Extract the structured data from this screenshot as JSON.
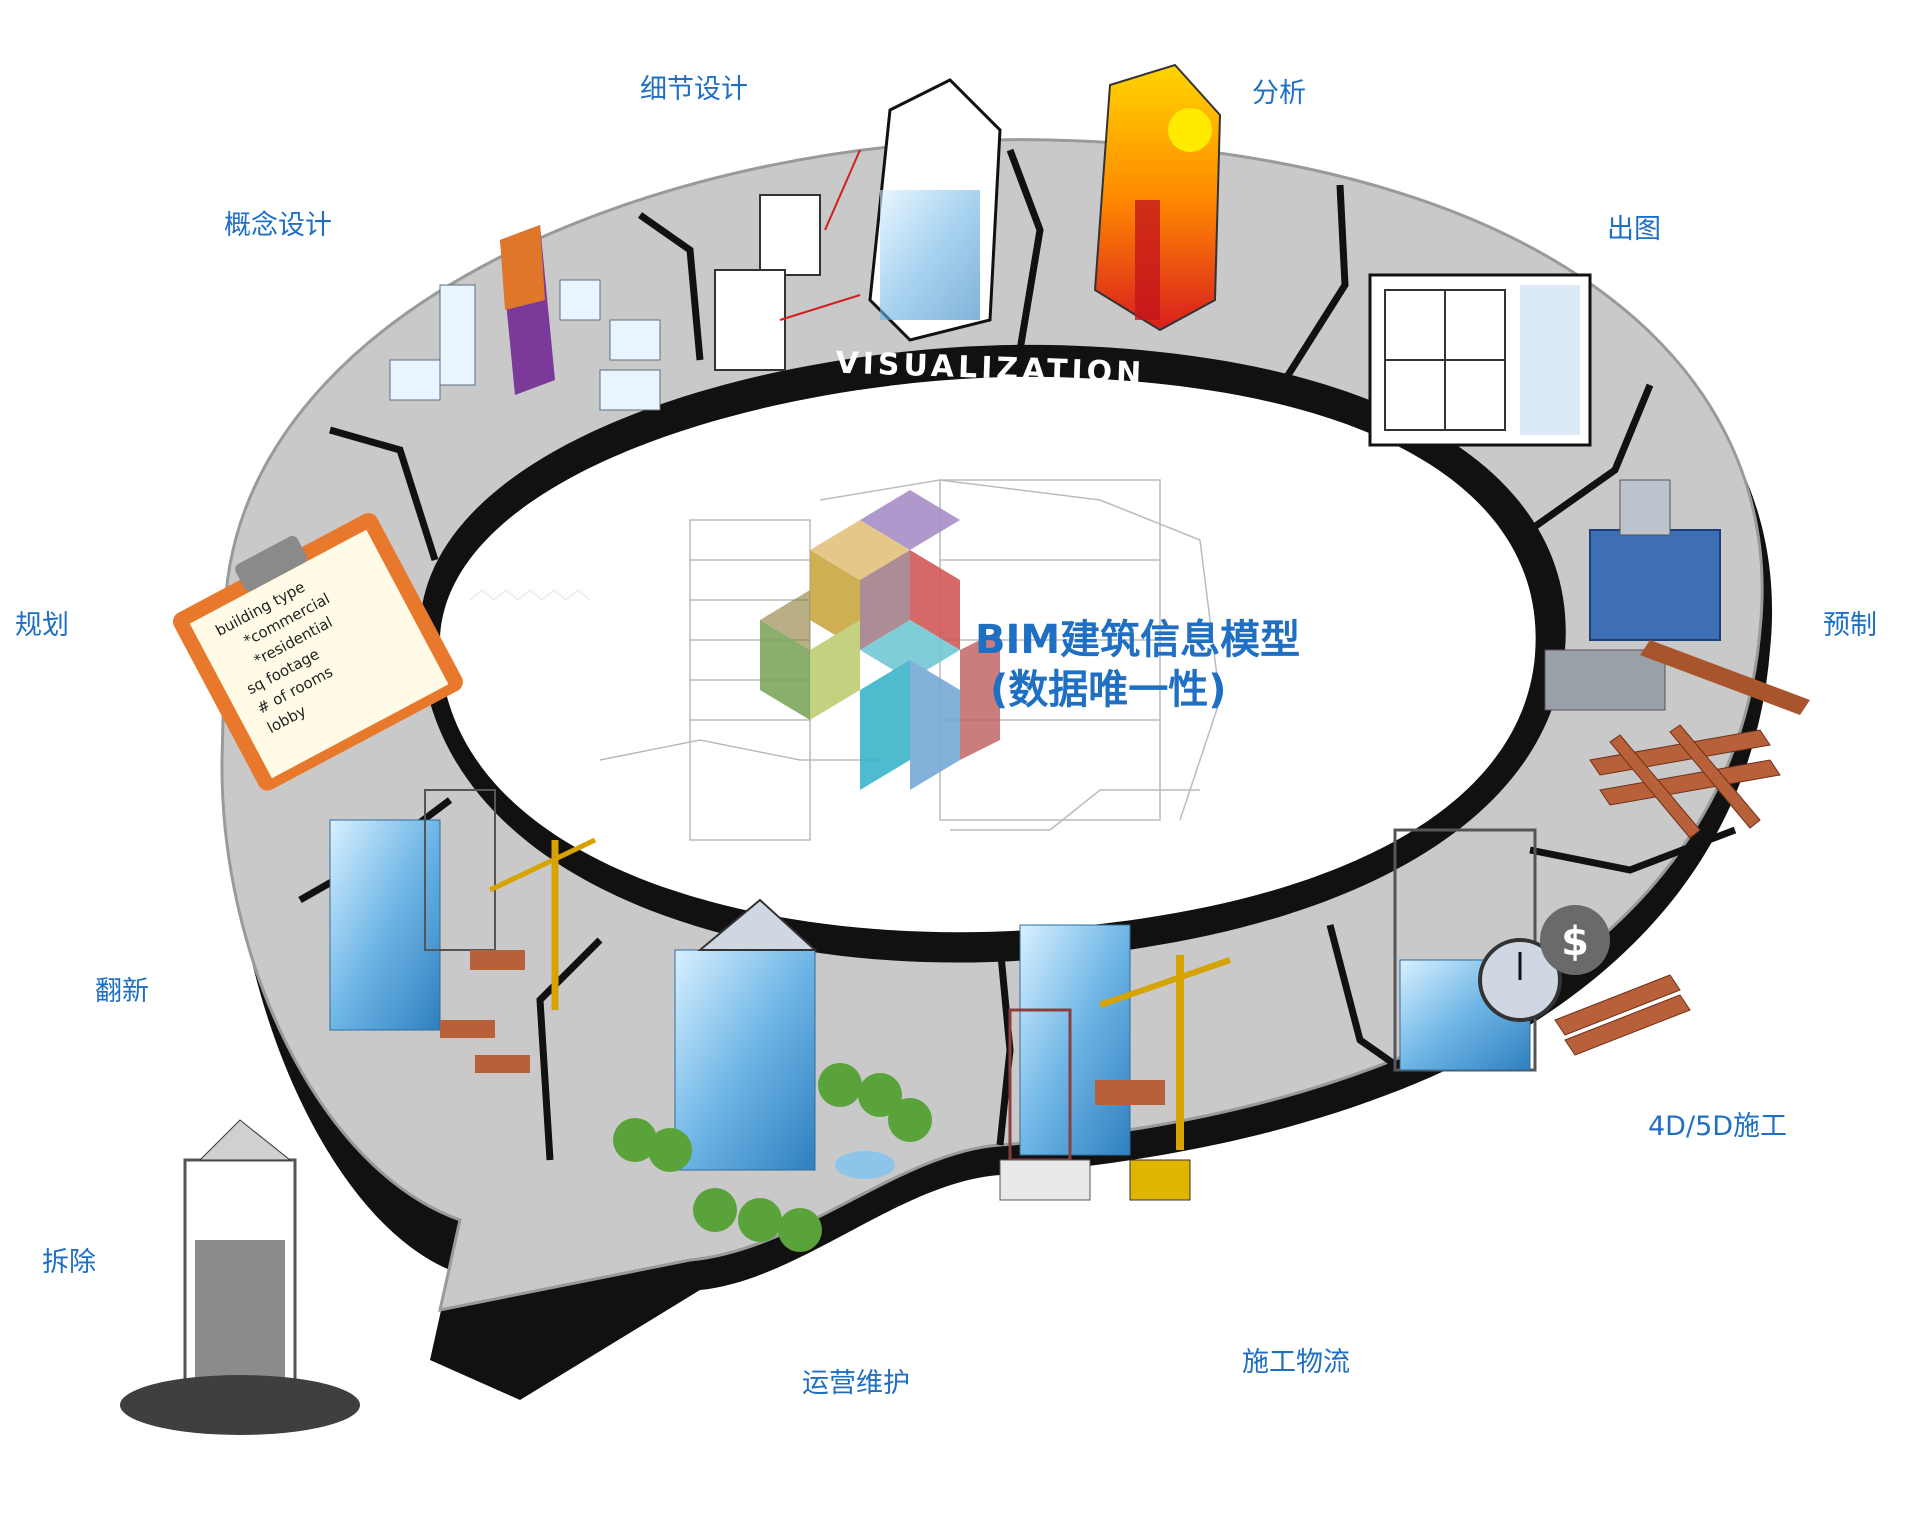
{
  "ring": {
    "band_label": "VISUALIZATION",
    "colors": {
      "segment": "#c9c9c9",
      "segment_dark": "#9a9a9a",
      "ring_black": "#111111",
      "label_blue": "#1f6fc2",
      "center_title": "#1f6fc2"
    }
  },
  "center": {
    "title_line1": "BIM建筑信息模型",
    "title_line2": "(数据唯一性)"
  },
  "stages": [
    {
      "id": "concept",
      "label": "概念设计"
    },
    {
      "id": "detail",
      "label": "细节设计"
    },
    {
      "id": "analysis",
      "label": "分析"
    },
    {
      "id": "drawing",
      "label": "出图"
    },
    {
      "id": "prefab",
      "label": "预制"
    },
    {
      "id": "construction",
      "label": "4D/5D施工"
    },
    {
      "id": "logistics",
      "label": "施工物流"
    },
    {
      "id": "operation",
      "label": "运营维护"
    },
    {
      "id": "renovation",
      "label": "翻新"
    },
    {
      "id": "demolition",
      "label": "拆除"
    },
    {
      "id": "planning",
      "label": "规划"
    }
  ],
  "clipboard": {
    "lines": [
      "building type",
      "*commercial",
      "*residential",
      "sq footage",
      "# of rooms",
      "lobby"
    ]
  }
}
